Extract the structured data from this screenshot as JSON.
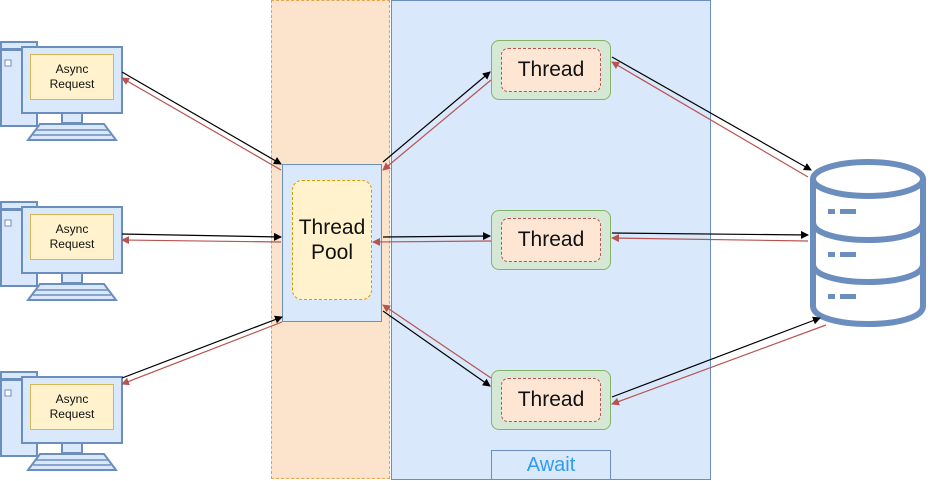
{
  "regions": {
    "await_label": "Await"
  },
  "thread_pool": {
    "label": "Thread\nPool"
  },
  "threads": [
    {
      "label": "Thread"
    },
    {
      "label": "Thread"
    },
    {
      "label": "Thread"
    }
  ],
  "clients": [
    {
      "label": "Async\nRequest",
      "icon": "computer-icon"
    },
    {
      "label": "Async\nRequest",
      "icon": "computer-icon"
    },
    {
      "label": "Async\nRequest",
      "icon": "computer-icon"
    }
  ],
  "database": {
    "icon": "database-icon"
  },
  "colors": {
    "request_arrow": "#000000",
    "response_arrow": "#b85450",
    "pool_zone": "#fce3cc",
    "await_zone": "#d9e8fb",
    "icon_blue": "#6c8ebf"
  }
}
